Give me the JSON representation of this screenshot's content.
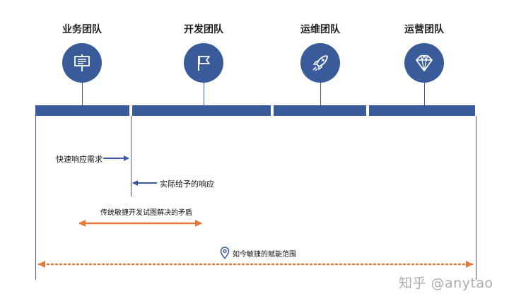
{
  "teams": [
    {
      "name": "业务团队",
      "icon": "signboard-icon"
    },
    {
      "name": "开发团队",
      "icon": "flag-icon"
    },
    {
      "name": "运维团队",
      "icon": "rocket-icon"
    },
    {
      "name": "运营团队",
      "icon": "diamond-icon"
    }
  ],
  "annotations": {
    "fast_response": "快速响应需求",
    "actual_response": "实际给予的响应",
    "traditional_conflict": "传统敏捷开发试图解决的矛盾",
    "empowerment_scope": "如今敏捷的赋能范围"
  },
  "icons": {
    "annotation_pin": "location-pin-icon"
  },
  "watermark": "知乎 @anytao",
  "colors": {
    "primary_blue": "#3a5b9a",
    "orange": "#e07a3a",
    "watermark_gray": "#a8adb4"
  }
}
